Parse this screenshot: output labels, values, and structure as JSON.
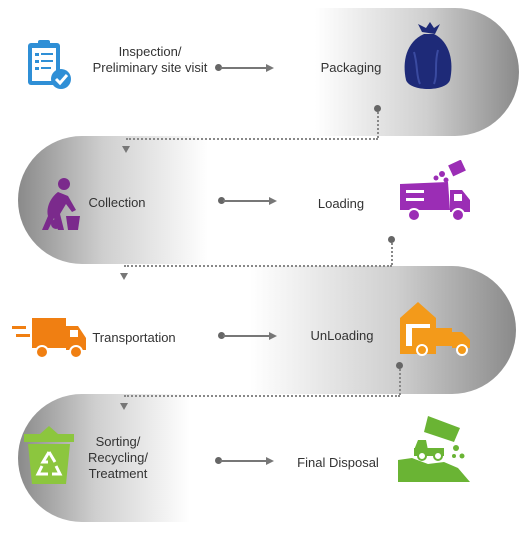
{
  "steps": {
    "inspection": "Inspection/\nPreliminary site visit",
    "packaging": "Packaging",
    "collection": "Collection",
    "loading": "Loading",
    "transportation": "Transportation",
    "unloading": "UnLoading",
    "sorting": "Sorting/\nRecycling/\nTreatment",
    "final_disposal": "Final Disposal"
  },
  "icons": {
    "inspection": "clipboard-check-icon",
    "packaging": "garbage-bag-icon",
    "collection": "person-collecting-waste-icon",
    "loading": "garbage-truck-icon",
    "transportation": "delivery-truck-icon",
    "unloading": "warehouse-truck-icon",
    "sorting": "recycle-bin-icon",
    "final_disposal": "landfill-dump-truck-icon"
  },
  "colors": {
    "band_dark": "#8f8f8f",
    "band_light": "#f1f1f1",
    "inspection": "#2f8fd6",
    "packaging": "#1e2a78",
    "collection": "#7b2a8c",
    "loading": "#9b2db5",
    "transportation": "#f07f12",
    "unloading": "#f39a1a",
    "sorting": "#8cc63e",
    "final_disposal": "#6ab434"
  }
}
